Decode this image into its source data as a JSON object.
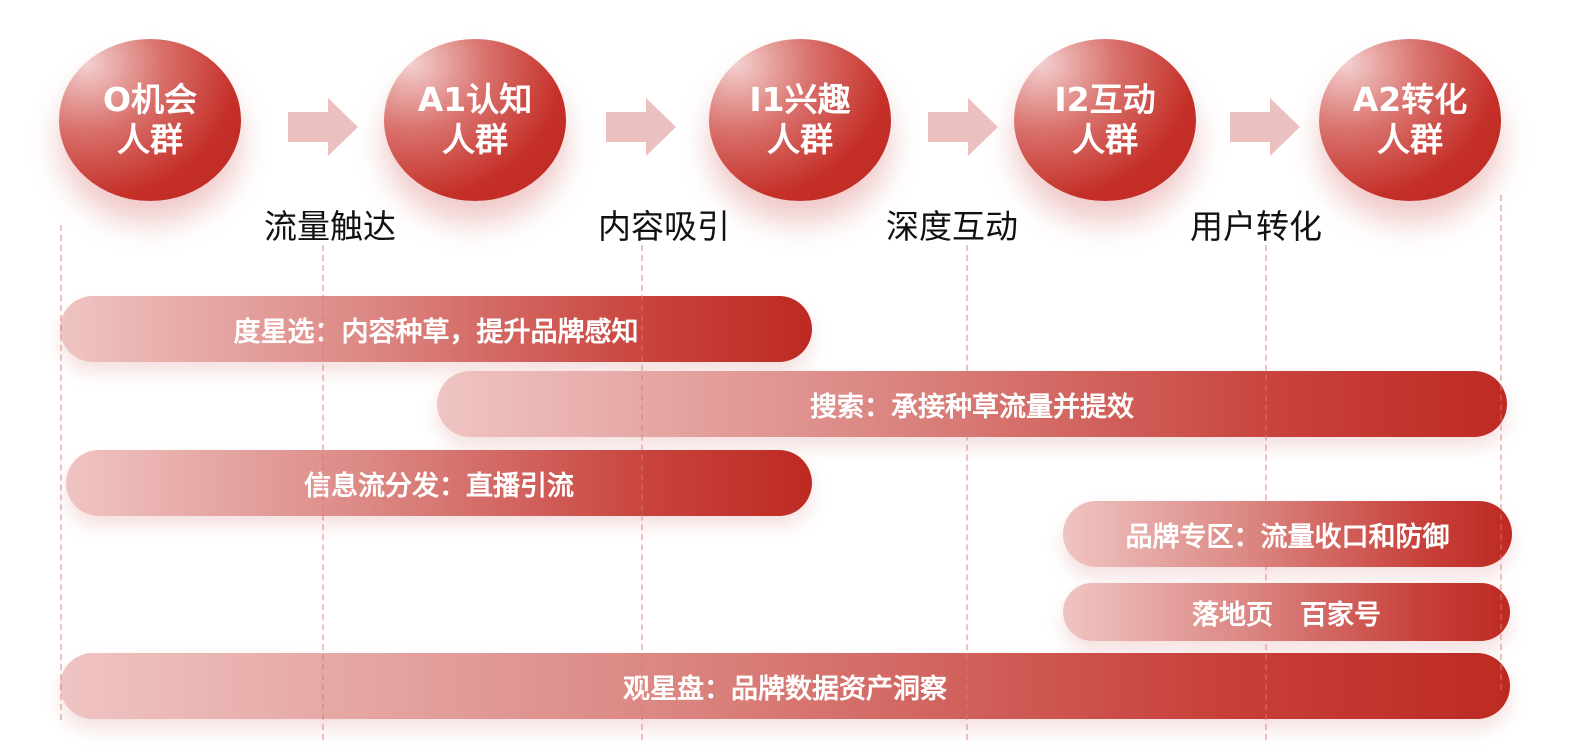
{
  "circles": [
    {
      "line1": "O机会",
      "line2": "人群"
    },
    {
      "line1": "A1认知",
      "line2": "人群"
    },
    {
      "line1": "I1兴趣",
      "line2": "人群"
    },
    {
      "line1": "I2互动",
      "line2": "人群"
    },
    {
      "line1": "A2转化",
      "line2": "人群"
    }
  ],
  "stages": [
    "流量触达",
    "内容吸引",
    "深度互动",
    "用户转化"
  ],
  "bars": [
    "度星选：内容种草，提升品牌感知",
    "搜索：承接种草流量并提效",
    "信息流分发：直播引流",
    "品牌专区：流量收口和防御",
    "落地页　百家号",
    "观星盘：品牌数据资产洞察"
  ],
  "colors": {
    "accent": "#c42f27",
    "arrow": "#ecc0bf"
  }
}
